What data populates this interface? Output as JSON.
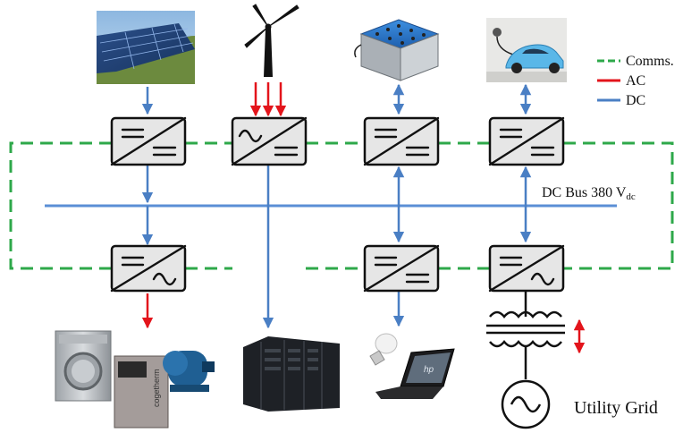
{
  "legend": [
    {
      "label": "Comms.",
      "color": "#2ea84a"
    },
    {
      "label": "AC",
      "color": "#e3141b"
    },
    {
      "label": "DC",
      "color": "#4a7fc4"
    }
  ],
  "bus_label": {
    "main": "DC Bus 380 V",
    "subscript": "dc"
  },
  "grid_label": "Utility Grid",
  "colors": {
    "comms": "#2ea84a",
    "ac": "#e3141b",
    "dc": "#4a7fc4",
    "bus": "#5b8fd6"
  },
  "icons": {
    "top": [
      "solar-panels-icon",
      "wind-turbine-icon",
      "battery-bank-icon",
      "electric-car-icon"
    ],
    "bottom": [
      "ac-loads-icon",
      "server-racks-icon",
      "dc-loads-icon",
      "transformer-icon",
      "ac-source-icon"
    ]
  },
  "appliance_brand": "cogetherm",
  "laptop_brand": "hp"
}
